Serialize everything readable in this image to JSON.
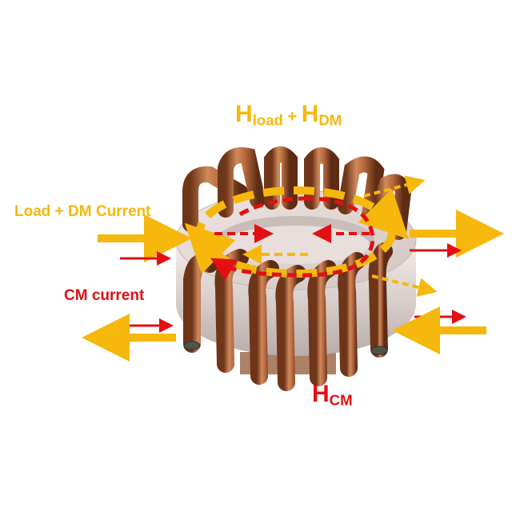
{
  "labels": {
    "h_load_dm": {
      "h1": "H",
      "sub1": "load",
      "plus": " + ",
      "h2": "H",
      "sub2": "DM"
    },
    "load_dm_current": "Load + DM Current",
    "cm_current": "CM current",
    "h_cm": {
      "h": "H",
      "sub": "CM"
    }
  },
  "colors": {
    "load_dm_flux": "#f6b80c",
    "cm_flux": "#e30f13",
    "copper": "#b86a3f",
    "copper_dark": "#7a3e1e",
    "core": "#ebe2df"
  },
  "icons": [
    "toroidal-choke-icon",
    "arrow-right-icon",
    "arrow-left-icon"
  ]
}
